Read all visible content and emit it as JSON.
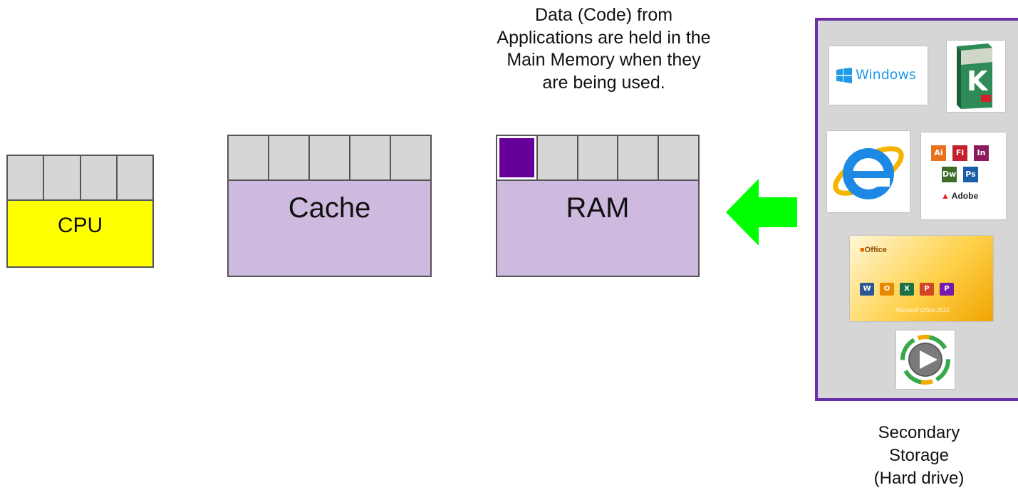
{
  "caption": {
    "lines": [
      "Data (Code) from",
      "Applications are held in the",
      "Main Memory when they",
      "are being used."
    ]
  },
  "cpu": {
    "label": "CPU",
    "cells": 4,
    "color": "#ffff00"
  },
  "cache": {
    "label": "Cache",
    "cells": 5,
    "color": "#cdbade"
  },
  "ram": {
    "label": "RAM",
    "cells": 5,
    "filled_cell_index": 0,
    "filled_color": "#660099",
    "color": "#cdbade"
  },
  "arrow": {
    "direction": "left",
    "color": "#00ff00"
  },
  "storage": {
    "label_lines": [
      "Secondary",
      "Storage",
      "(Hard drive)"
    ],
    "border_color": "#6b2fa8",
    "apps": {
      "windows": {
        "text": "Windows"
      },
      "adobe": {
        "badges": [
          "Ai",
          "Fl",
          "In",
          "Dw",
          "Ps"
        ],
        "brand": "Adobe"
      },
      "office": {
        "logo": "Office",
        "icons": [
          "W",
          "O",
          "X",
          "P",
          "P"
        ],
        "footer": "Microsoft Office 2010"
      }
    }
  }
}
